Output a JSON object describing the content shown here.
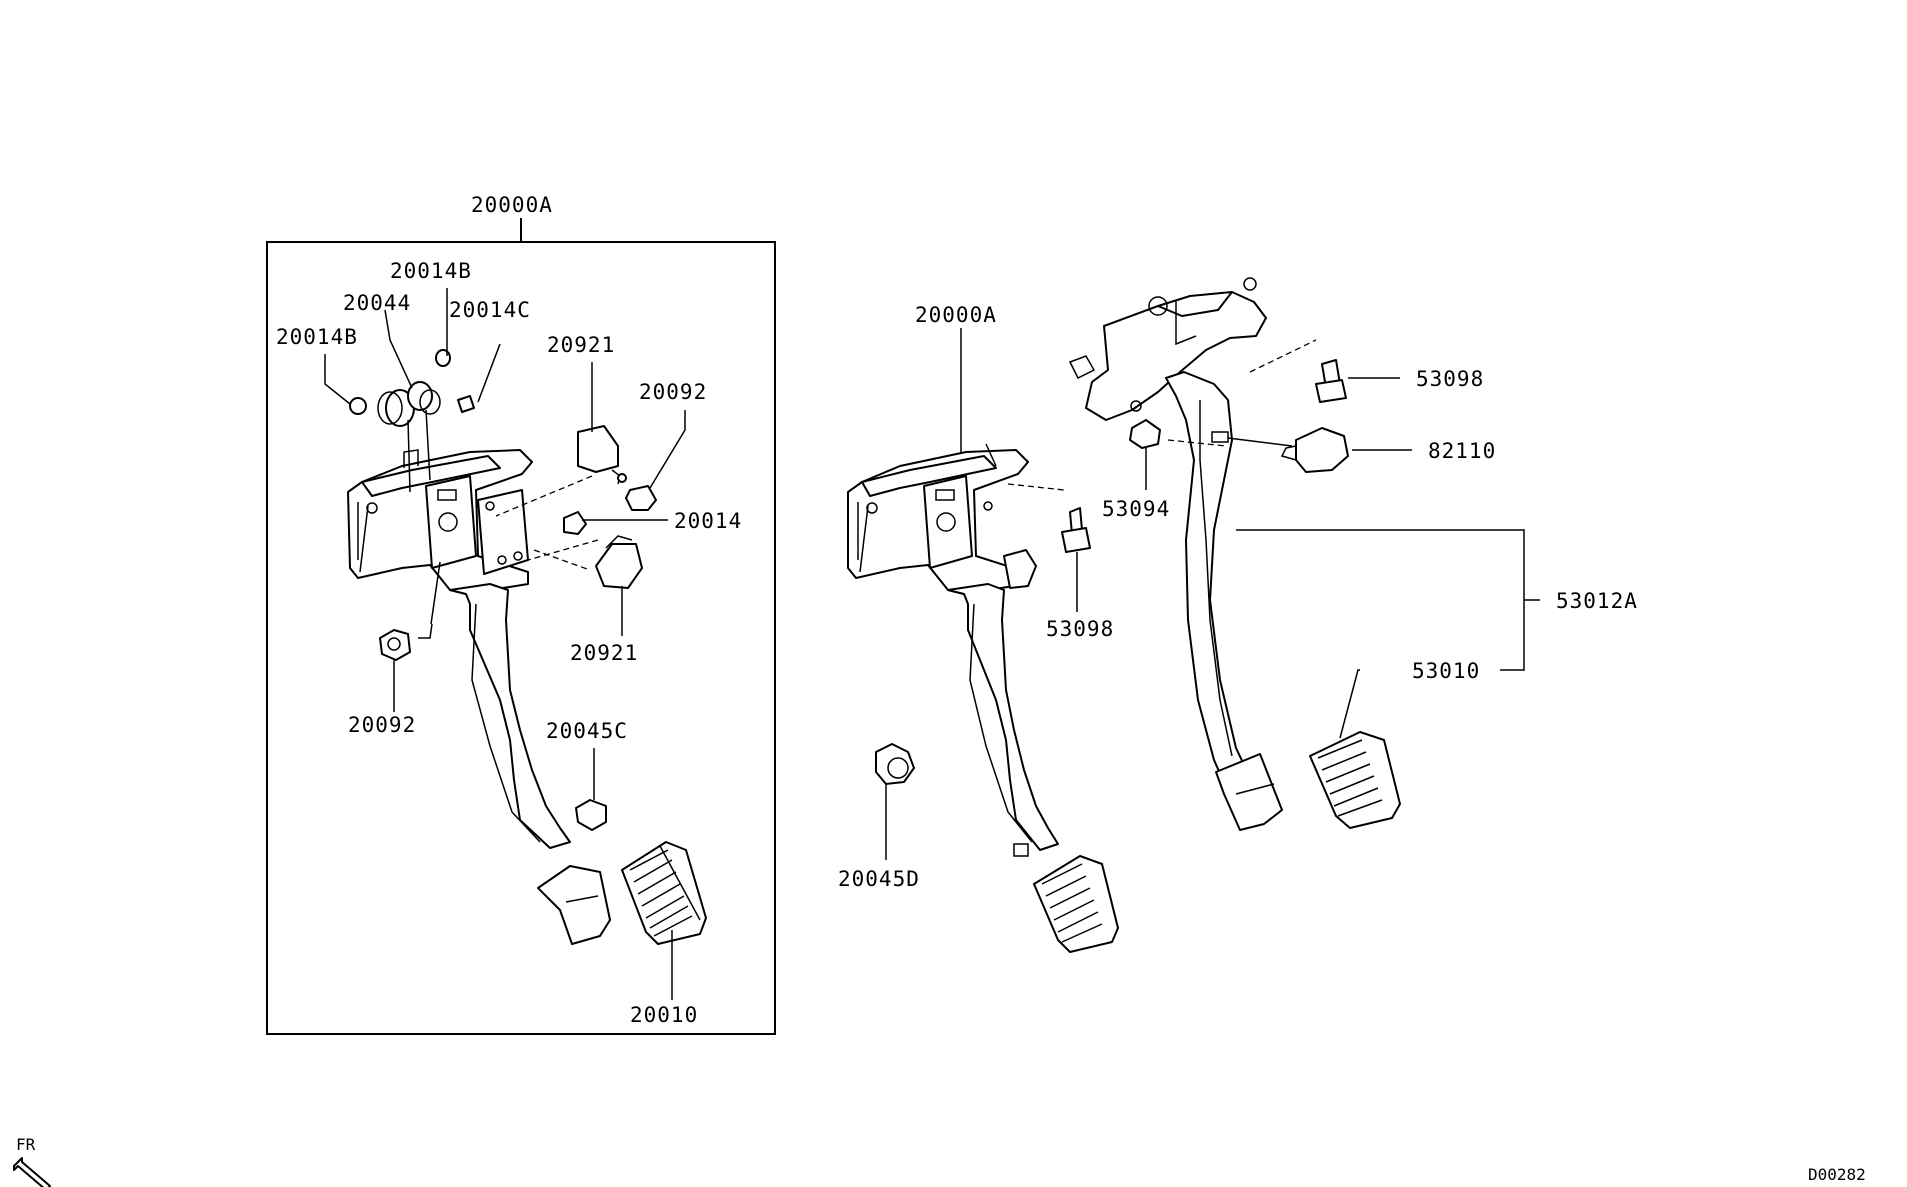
{
  "labels": {
    "assy_top": "20000A",
    "spring_clip_b_top": "20014B",
    "spring": "20044",
    "spring_clip_c": "20014C",
    "spring_clip_b_left": "20014B",
    "switch_top": "20921",
    "nut_right": "20092",
    "bushing": "20014",
    "switch_bottom": "20921",
    "nut_left": "20092",
    "stopper_c": "20045C",
    "pedal_pad_left": "20010",
    "assy_right": "20000A",
    "stopper_d": "20045D",
    "bolt_top": "53098",
    "switch_82110": "82110",
    "clip_53094": "53094",
    "bolt_mid": "53098",
    "pedal_assy": "53012A",
    "pedal_pad_right": "53010"
  },
  "direction_marker": "FR",
  "diagram_code": "D00282"
}
